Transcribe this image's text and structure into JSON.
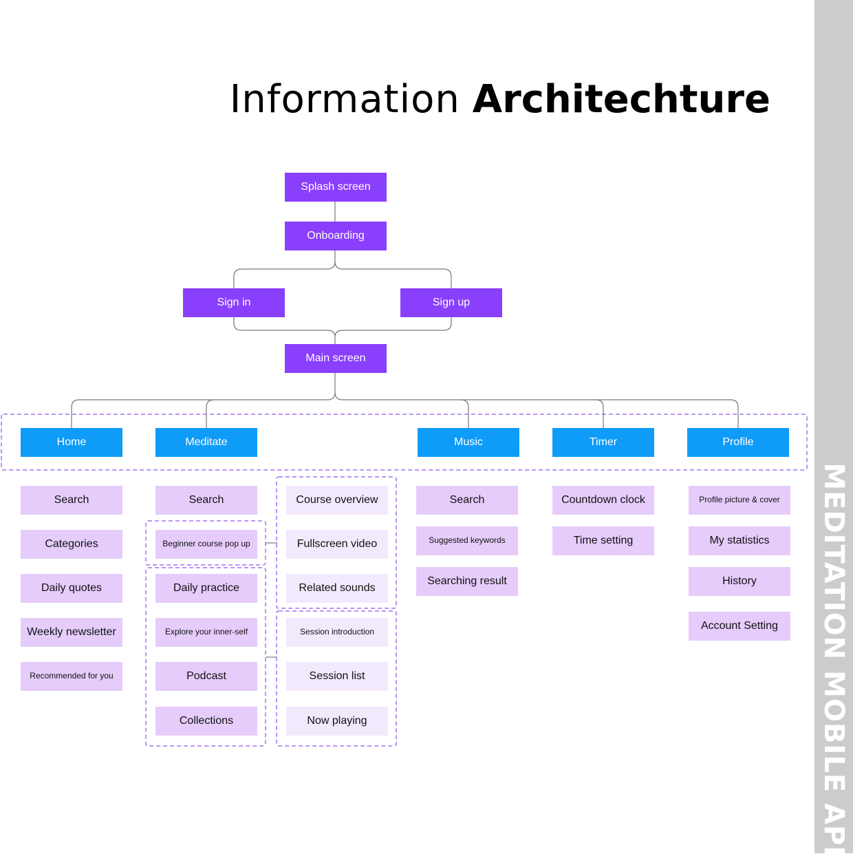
{
  "title": {
    "light": "Information",
    "bold": "Architechture"
  },
  "side_label": "MEDITATION MOBILE APP",
  "flow": {
    "splash": "Splash screen",
    "onboarding": "Onboarding",
    "sign_in": "Sign in",
    "sign_up": "Sign up",
    "main": "Main screen"
  },
  "tabs": {
    "home": "Home",
    "meditate": "Meditate",
    "music": "Music",
    "timer": "Timer",
    "profile": "Profile"
  },
  "home": [
    "Search",
    "Categories",
    "Daily quotes",
    "Weekly newsletter",
    "Recommended for you"
  ],
  "meditate": [
    "Search",
    "Beginner course pop up",
    "Daily practice",
    "Explore your inner-self",
    "Podcast",
    "Collections"
  ],
  "course": [
    "Course overview",
    "Fullscreen video",
    "Related sounds"
  ],
  "session": [
    "Session introduction",
    "Session list",
    "Now playing"
  ],
  "music": [
    "Search",
    "Suggested keywords",
    "Searching result"
  ],
  "timer": [
    "Countdown clock",
    "Time setting"
  ],
  "profile": [
    "Profile picture & cover",
    "My statistics",
    "History",
    "Account Setting"
  ],
  "colors": {
    "flow": "#8a3ffc",
    "tab": "#0f9bf8",
    "item": "#e5ccfb",
    "sub_item": "#f3e9fd",
    "group_border": "#a070f5",
    "sidebar": "#cccccc"
  }
}
